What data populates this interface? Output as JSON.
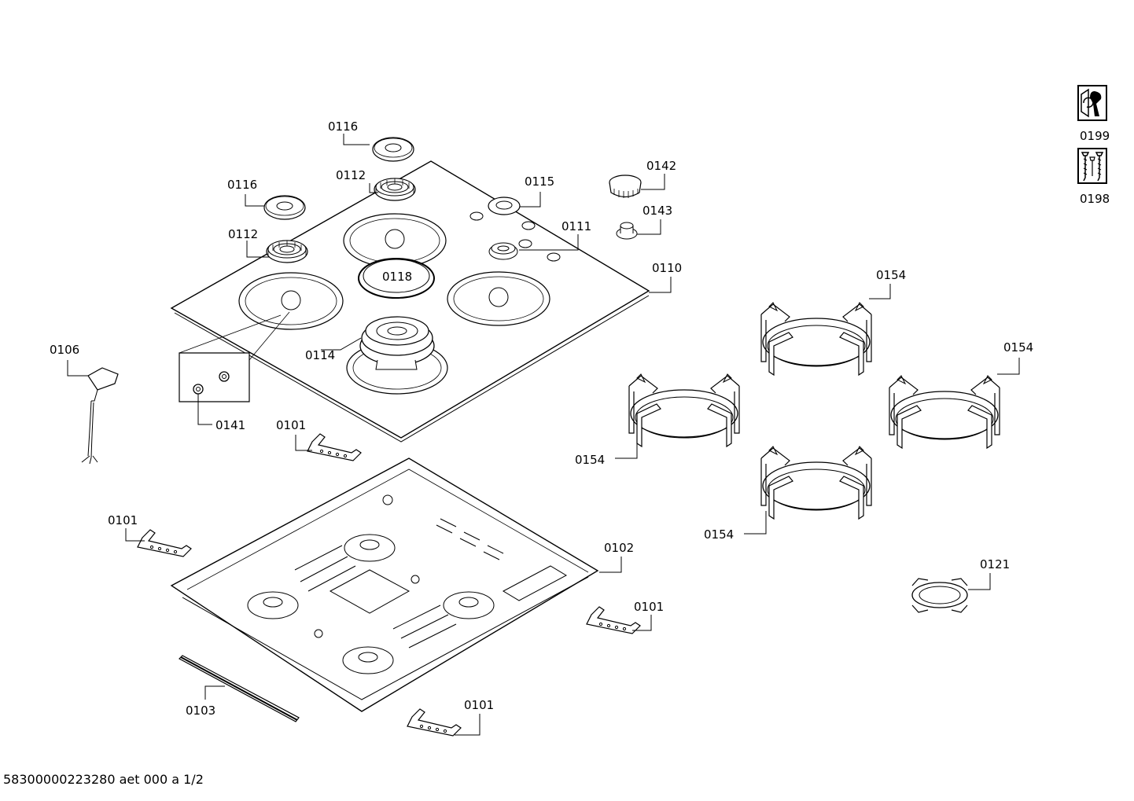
{
  "footer": {
    "code": "58300000223280 aet 000 a 1/2"
  },
  "icons": {
    "service_label": "0199",
    "screws_label": "0198",
    "service_icon": "wrench-icon",
    "screws_icon": "screws-icon"
  },
  "labels": {
    "p0116a": "0116",
    "p0116b": "0116",
    "p0112a": "0112",
    "p0112b": "0112",
    "p0115": "0115",
    "p0111": "0111",
    "p0142": "0142",
    "p0143": "0143",
    "p0110": "0110",
    "p0118": "0118",
    "p0114": "0114",
    "p0106": "0106",
    "p0141": "0141",
    "p0101a": "0101",
    "p0101b": "0101",
    "p0101c": "0101",
    "p0101d": "0101",
    "p0102": "0102",
    "p0103": "0103",
    "p0154a": "0154",
    "p0154b": "0154",
    "p0154c": "0154",
    "p0154d": "0154",
    "p0121": "0121"
  }
}
